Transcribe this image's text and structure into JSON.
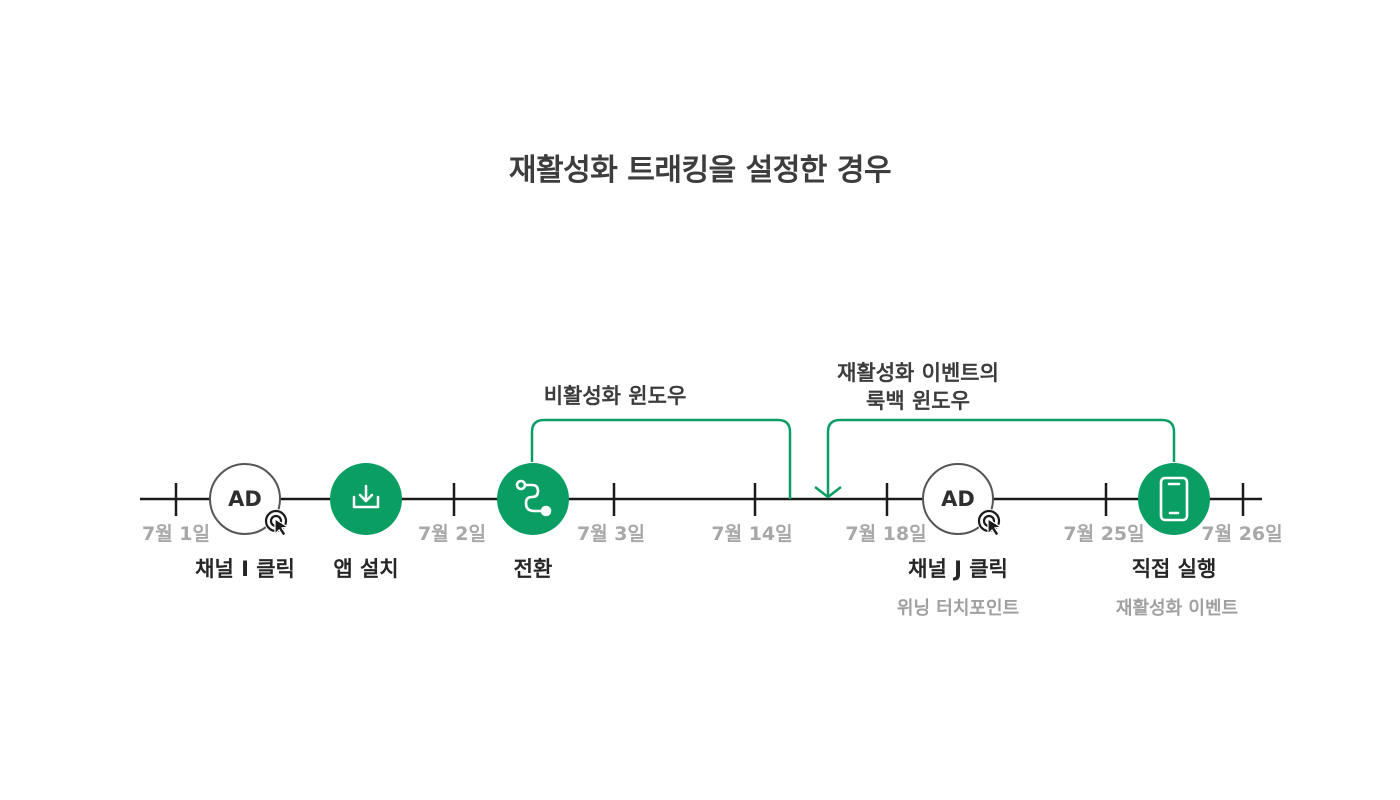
{
  "title": "재활성화 트래킹을 설정한 경우",
  "windows": {
    "inactivity_label": "비활성화 윈도우",
    "lookback_label_line1": "재활성화 이벤트의",
    "lookback_label_line2": "룩백 윈도우"
  },
  "dates": {
    "d1": "7월 1일",
    "d2": "7월 2일",
    "d3": "7월 3일",
    "d14": "7월 14일",
    "d18": "7월 18일",
    "d25": "7월 25일",
    "d26": "7월 26일"
  },
  "events": {
    "click_i": {
      "badge": "AD",
      "label": "채널 I 클릭",
      "icon": "cursor-click-icon"
    },
    "install": {
      "label": "앱 설치",
      "icon": "download-icon"
    },
    "conversion": {
      "label": "전환",
      "icon": "path-route-icon"
    },
    "click_j": {
      "badge": "AD",
      "label": "채널 J 클릭",
      "sub": "위닝 터치포인트",
      "icon": "cursor-click-icon"
    },
    "direct": {
      "label": "직접 실행",
      "sub": "재활성화 이벤트",
      "icon": "smartphone-icon"
    }
  },
  "colors": {
    "accent_green": "#0a9e63",
    "timeline": "#1a1a1a",
    "date_gray": "#a8a8a8"
  }
}
